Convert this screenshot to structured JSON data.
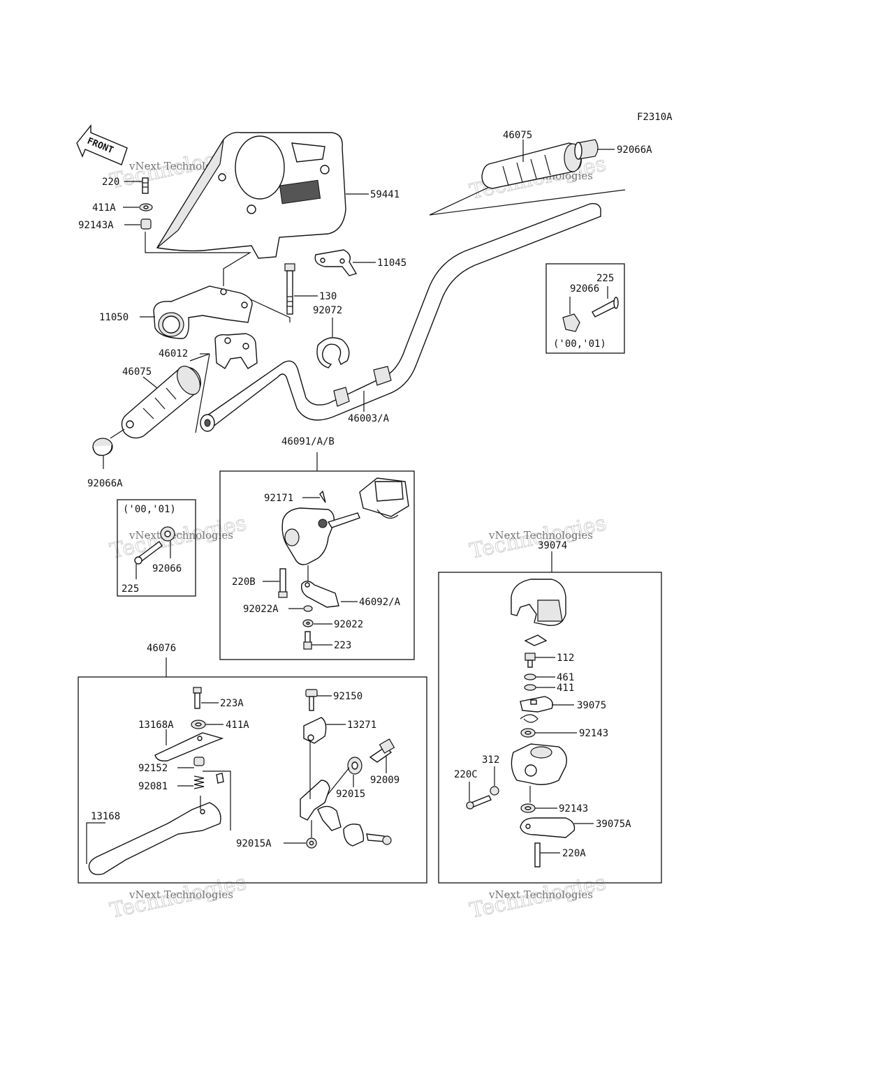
{
  "figure_code": "F2310A",
  "front_arrow": "FRONT",
  "watermark": {
    "line1": "vNext Technologies",
    "line2": "Technologies",
    "small": "vNext"
  },
  "labels": {
    "l_46075_top": "46075",
    "l_92066A_top": "92066A",
    "l_220": "220",
    "l_411A": "411A",
    "l_92143A": "92143A",
    "l_59441": "59441",
    "l_11045": "11045",
    "l_130": "130",
    "l_92072": "92072",
    "l_11050": "11050",
    "l_46012": "46012",
    "l_46075_left": "46075",
    "l_46003A": "46003/A",
    "l_92066A_left": "92066A",
    "l_92066_box": "92066",
    "l_225_box": "225",
    "l_box1_years": "('00,'01)",
    "l_box2_years": "('00,'01)",
    "l_92066_box2": "92066",
    "l_225_box2": "225",
    "l_46091": "46091/A/B",
    "l_92171": "92171",
    "l_220B": "220B",
    "l_92022A": "92022A",
    "l_46092": "46092/A",
    "l_92022": "92022",
    "l_223": "223",
    "l_39074": "39074",
    "l_112": "112",
    "l_461": "461",
    "l_411": "411",
    "l_39075": "39075",
    "l_92143a": "92143",
    "l_312": "312",
    "l_220C": "220C",
    "l_92143b": "92143",
    "l_39075A": "39075A",
    "l_220A": "220A",
    "l_46076": "46076",
    "l_223A": "223A",
    "l_13168A": "13168A",
    "l_411A_b": "411A",
    "l_92152": "92152",
    "l_92081": "92081",
    "l_13168": "13168",
    "l_92150": "92150",
    "l_13271": "13271",
    "l_92009": "92009",
    "l_92015": "92015",
    "l_92015A": "92015A"
  }
}
